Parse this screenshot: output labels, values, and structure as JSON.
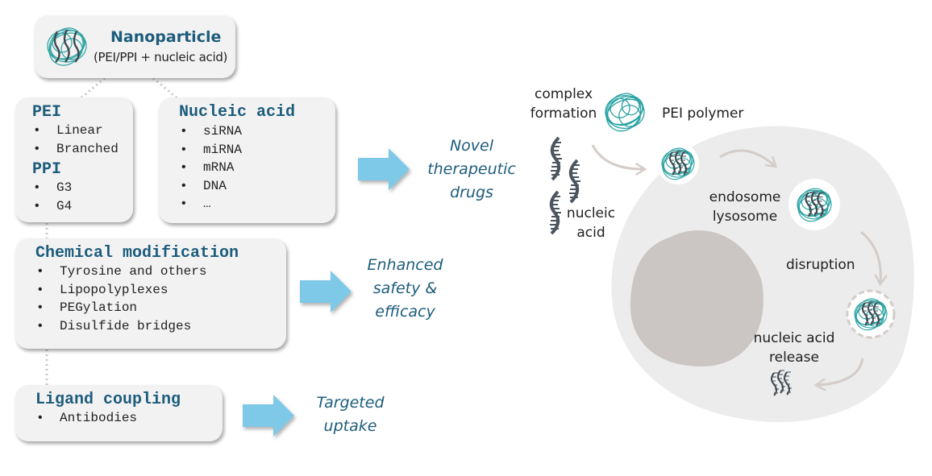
{
  "nanoparticle": {
    "title": "Nanoparticle",
    "subtitle": "(PEI/PPI + nucleic acid)",
    "icon": "nanoparticle-icon"
  },
  "polymer_box": {
    "sections": [
      {
        "title": "PEI",
        "items": [
          "Linear",
          "Branched"
        ]
      },
      {
        "title": "PPI",
        "items": [
          "G3",
          "G4"
        ]
      }
    ]
  },
  "nucleic_box": {
    "title": "Nucleic acid",
    "items": [
      "siRNA",
      "miRNA",
      "mRNA",
      "DNA",
      "…"
    ]
  },
  "chemical_box": {
    "title": "Chemical modification",
    "items": [
      "Tyrosine and others",
      "Lipopolyplexes",
      "PEGylation",
      "Disulfide bridges"
    ]
  },
  "ligand_box": {
    "title": "Ligand coupling",
    "items": [
      "Antibodies"
    ]
  },
  "outcomes": [
    {
      "lines": [
        "Novel",
        "therapeutic",
        "drugs"
      ]
    },
    {
      "lines": [
        "Enhanced",
        "safety &",
        "efficacy"
      ]
    },
    {
      "lines": [
        "Targeted",
        "uptake"
      ]
    }
  ],
  "colors": {
    "title_blue": "#1c5c7c",
    "arrow_blue": "#7ec8e8",
    "box_bg": "#f2f2f2",
    "cell_bg": "#ececec",
    "nucleus": "#cbc5c3",
    "teal": "#2aa3a3",
    "dna": "#4a5560",
    "flow_arrow": "#d3ccc8"
  },
  "mechanism": {
    "complex_formation": [
      "complex",
      "formation"
    ],
    "pei_polymer": "PEI polymer",
    "nucleic_acid": [
      "nucleic",
      "acid"
    ],
    "endosome": [
      "endosome",
      "lysosome"
    ],
    "disruption": "disruption",
    "release": [
      "nucleic acid",
      "release"
    ]
  }
}
